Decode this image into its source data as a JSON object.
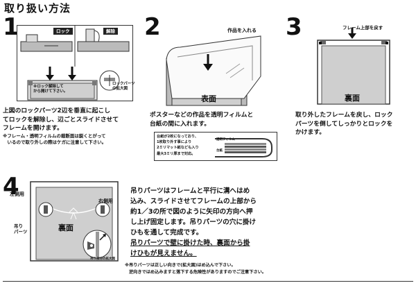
{
  "title": "取り扱い方法",
  "steps": [
    {
      "num": "1",
      "tag_lock": "ロック",
      "tag_release": "解除",
      "callout_lock_part": "ロックパーツの拡大図",
      "inset_text": "※ロック解除して\nから開けて下さい。",
      "text": "上図のロックパーツ2辺を垂直に起こし\nてロックを解除し、辺ごとスライドさせて\nフレームを開けます。",
      "note": "※フレーム・透明フィルムの裁断面は鋭くとがって\n　いるので取り外しの際はケガに注意して下さい。"
    },
    {
      "num": "2",
      "label_insert": "作品を入れる",
      "label_front": "表面",
      "text": "ポスターなどの作品を透明フィルムと\n台紙の間に入れます。",
      "callout_text": "台紙が2枚になっており、\n1枚取り外す事により\n2ミリマット紙なども入り\n最大3ミリ厚まで対応。",
      "callout_film": "透明フィルム",
      "callout_board": "台紙"
    },
    {
      "num": "3",
      "label_return": "フレーム上部を戻す",
      "label_back": "裏面",
      "text": "取り外したフレームを戻し、ロック\nパーツを倒してしっかりとロックを\nかけます。"
    },
    {
      "num": "4",
      "label_left": "左側用",
      "label_right": "右側用",
      "label_hang": "吊り\nパーツ",
      "label_back": "裏面",
      "label_zoom": "吊り部分の拡大図",
      "text_1": "吊りパーツはフレームと平行に溝へはめ",
      "text_2": "込み、スライドさせてフレームの上部から",
      "text_3": "約1／3の所で図のように矢印の方向へ押",
      "text_4": "し上げ固定します。吊りパーツの穴に掛け",
      "text_5": "ひもを通して完成です。",
      "text_6": "吊りパーツで壁に掛けた時、裏面から掛",
      "text_7": "けひもが見えません。",
      "note_1": "※吊りパーツは正しい向きで(拡大図)はめ込んで下さい。",
      "note_2": "逆向きではめ込みますと落下する危険性がありますのでご注意下さい。"
    }
  ]
}
